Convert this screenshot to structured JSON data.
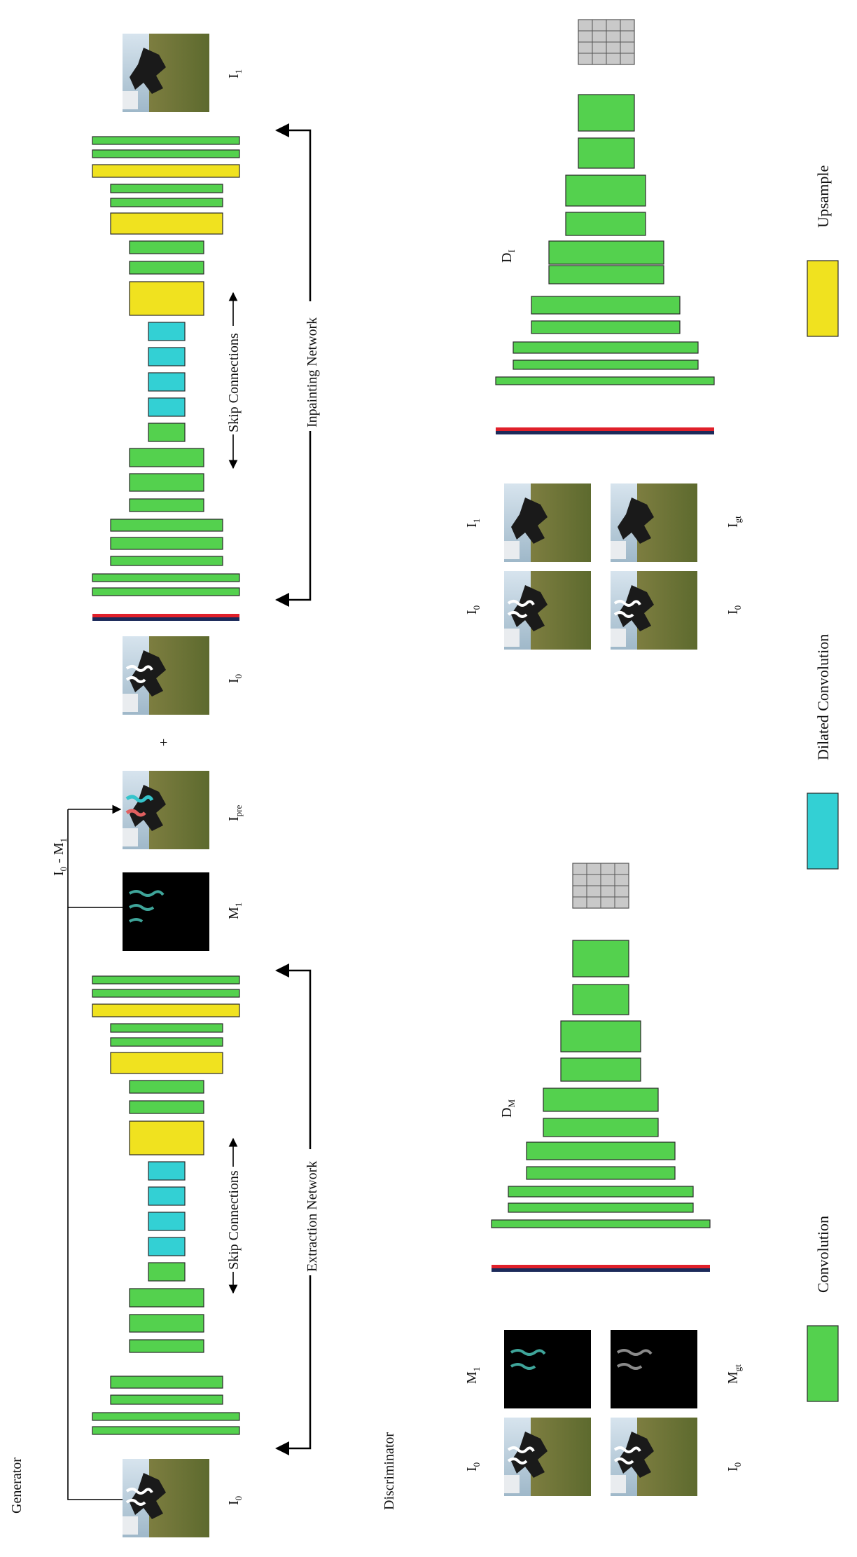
{
  "sections": {
    "generator": "Generator",
    "discriminator": "Discriminator"
  },
  "generator": {
    "input_image": "I",
    "input_image_sub": "0",
    "mask_label": "M",
    "mask_label_sub": "1",
    "pre_label": "I",
    "pre_label_sub": "pre",
    "subtract_label": "I",
    "subtract_sub0": "0",
    "subtract_mid": " - M",
    "subtract_sub1": "1",
    "plus_sign": "+",
    "i0_label": "I",
    "i0_label_sub": "0",
    "output_label": "I",
    "output_label_sub": "1",
    "extraction_network": "Extraction Network",
    "inpainting_network": "Inpainting Network",
    "skip_connections_1": "Skip Connections",
    "skip_connections_2": "Skip Connections"
  },
  "discriminator": {
    "dm_label": "D",
    "dm_sub": "M",
    "di_label": "D",
    "di_sub": "I",
    "mask_inputs": [
      {
        "main": "I",
        "sub": "0"
      },
      {
        "main": "M",
        "sub": "1"
      },
      {
        "main": "I",
        "sub": "0"
      },
      {
        "main": "M",
        "sub": "gt"
      }
    ],
    "image_inputs": [
      {
        "main": "I",
        "sub": "0"
      },
      {
        "main": "I",
        "sub": "1"
      },
      {
        "main": "I",
        "sub": "0"
      },
      {
        "main": "I",
        "sub": "gt"
      }
    ]
  },
  "legend": {
    "convolution": "Convolution",
    "dilated_convolution": "Dilated Convolution",
    "upsample": "Upsample",
    "colors": {
      "convolution": "#54d14e",
      "dilated_convolution": "#33d0d4",
      "upsample": "#f0e21f"
    }
  },
  "colors": {
    "red_line": "#e0202a",
    "navy_line": "#1c2a5a",
    "grid_fill": "#c9c9c9"
  }
}
